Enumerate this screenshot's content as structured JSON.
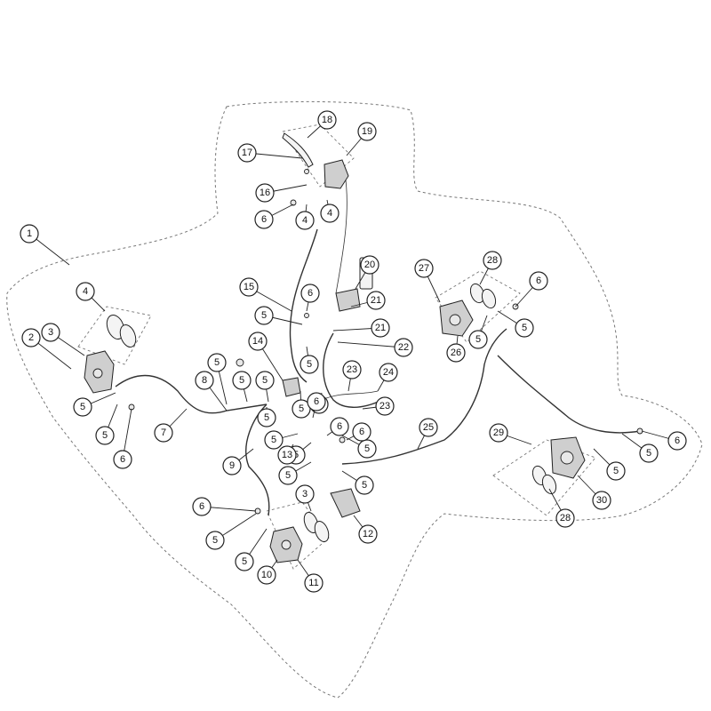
{
  "callouts": [
    {
      "id": "c1",
      "label": "1"
    },
    {
      "id": "c2",
      "label": "2"
    },
    {
      "id": "c3a",
      "label": "3"
    },
    {
      "id": "c3b",
      "label": "3"
    },
    {
      "id": "c4a",
      "label": "4"
    },
    {
      "id": "c4b",
      "label": "4"
    },
    {
      "id": "c4c",
      "label": "4"
    },
    {
      "id": "c5a",
      "label": "5"
    },
    {
      "id": "c5b",
      "label": "5"
    },
    {
      "id": "c5c",
      "label": "5"
    },
    {
      "id": "c5d",
      "label": "5"
    },
    {
      "id": "c5e",
      "label": "5"
    },
    {
      "id": "c5f",
      "label": "5"
    },
    {
      "id": "c5g",
      "label": "5"
    },
    {
      "id": "c5h",
      "label": "5"
    },
    {
      "id": "c5i",
      "label": "5"
    },
    {
      "id": "c5j",
      "label": "5"
    },
    {
      "id": "c5k",
      "label": "5"
    },
    {
      "id": "c5l",
      "label": "5"
    },
    {
      "id": "c5m",
      "label": "5"
    },
    {
      "id": "c5n",
      "label": "5"
    },
    {
      "id": "c5o",
      "label": "5"
    },
    {
      "id": "c5p",
      "label": "5"
    },
    {
      "id": "c5q",
      "label": "5"
    },
    {
      "id": "c5r",
      "label": "5"
    },
    {
      "id": "c5s",
      "label": "5"
    },
    {
      "id": "c5t",
      "label": "5"
    },
    {
      "id": "c5u",
      "label": "5"
    },
    {
      "id": "c6a",
      "label": "6"
    },
    {
      "id": "c6b",
      "label": "6"
    },
    {
      "id": "c6c",
      "label": "6"
    },
    {
      "id": "c6d",
      "label": "6"
    },
    {
      "id": "c6e",
      "label": "6"
    },
    {
      "id": "c6f",
      "label": "6"
    },
    {
      "id": "c6g",
      "label": "6"
    },
    {
      "id": "c6h",
      "label": "6"
    },
    {
      "id": "c6i",
      "label": "6"
    },
    {
      "id": "c7",
      "label": "7"
    },
    {
      "id": "c8",
      "label": "8"
    },
    {
      "id": "c9",
      "label": "9"
    },
    {
      "id": "c10",
      "label": "10"
    },
    {
      "id": "c11",
      "label": "11"
    },
    {
      "id": "c12",
      "label": "12"
    },
    {
      "id": "c13",
      "label": "13"
    },
    {
      "id": "c14",
      "label": "14"
    },
    {
      "id": "c15",
      "label": "15"
    },
    {
      "id": "c16",
      "label": "16"
    },
    {
      "id": "c17",
      "label": "17"
    },
    {
      "id": "c18",
      "label": "18"
    },
    {
      "id": "c19",
      "label": "19"
    },
    {
      "id": "c20",
      "label": "20"
    },
    {
      "id": "c21a",
      "label": "21"
    },
    {
      "id": "c21b",
      "label": "21"
    },
    {
      "id": "c22",
      "label": "22"
    },
    {
      "id": "c23a",
      "label": "23"
    },
    {
      "id": "c23b",
      "label": "23"
    },
    {
      "id": "c24",
      "label": "24"
    },
    {
      "id": "c25",
      "label": "25"
    },
    {
      "id": "c26",
      "label": "26"
    },
    {
      "id": "c27",
      "label": "27"
    },
    {
      "id": "c28a",
      "label": "28"
    },
    {
      "id": "c28b",
      "label": "28"
    },
    {
      "id": "c29",
      "label": "29"
    },
    {
      "id": "c30",
      "label": "30"
    }
  ]
}
